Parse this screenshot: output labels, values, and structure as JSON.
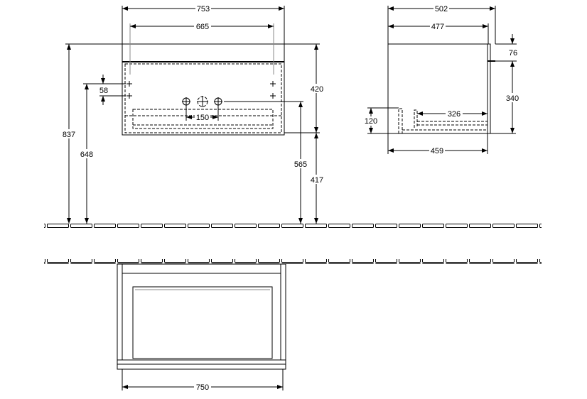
{
  "front_view": {
    "width_total": "753",
    "width_inner": "665",
    "height_top": "420",
    "height_bottom": "417",
    "height_total": "837",
    "height_drain": "648",
    "height_hookup": "565",
    "hole_offset": "58",
    "tap_spacing": "150"
  },
  "side_view": {
    "depth_total": "502",
    "depth_body": "477",
    "top_offset": "76",
    "drawer_height": "340",
    "siphon_height": "120",
    "siphon_depth": "326",
    "depth_inner": "459"
  },
  "top_view": {
    "width": "750"
  }
}
